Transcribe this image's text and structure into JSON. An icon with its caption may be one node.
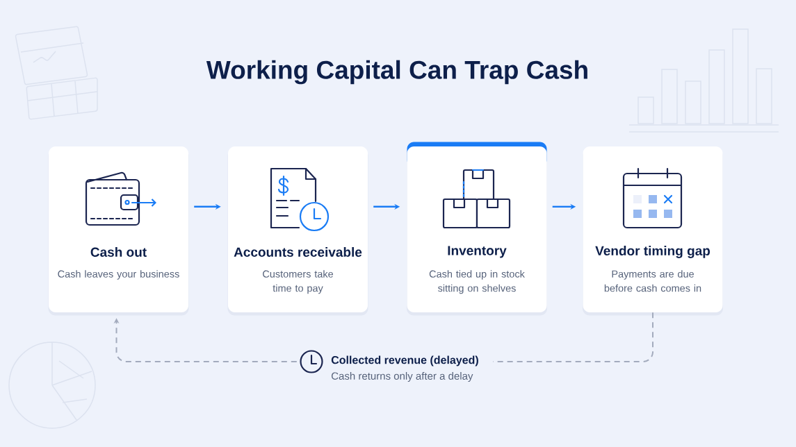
{
  "diagram": {
    "title": "Working Capital Can Trap Cash",
    "nodes": [
      {
        "text": [
          "Cash out",
          "Cash leaves your business"
        ]
      },
      {
        "text": [
          "Accounts receivable",
          "Customers take time to pay"
        ]
      },
      {
        "text": [
          "Inventory",
          "Cash tied up in stock sitting on shelves"
        ]
      },
      {
        "text": [
          "Vendor timing gap",
          "Payments are due before cash comes in"
        ]
      },
      {
        "text": [
          "Collected revenue (delayed)",
          "Cash returns only after a delay"
        ]
      }
    ],
    "edges": [
      {
        "from": 0,
        "to": 1,
        "arrow": "to"
      },
      {
        "from": 1,
        "to": 2,
        "arrow": "to"
      },
      {
        "from": 2,
        "to": 3,
        "arrow": "to"
      },
      {
        "from": 3,
        "to": 4,
        "arrow": "none",
        "style": "dashed",
        "color": "#a3abbd"
      },
      {
        "from": 4,
        "to": 0,
        "arrow": "to",
        "style": "dashed",
        "color": "#a3abbd"
      }
    ]
  }
}
